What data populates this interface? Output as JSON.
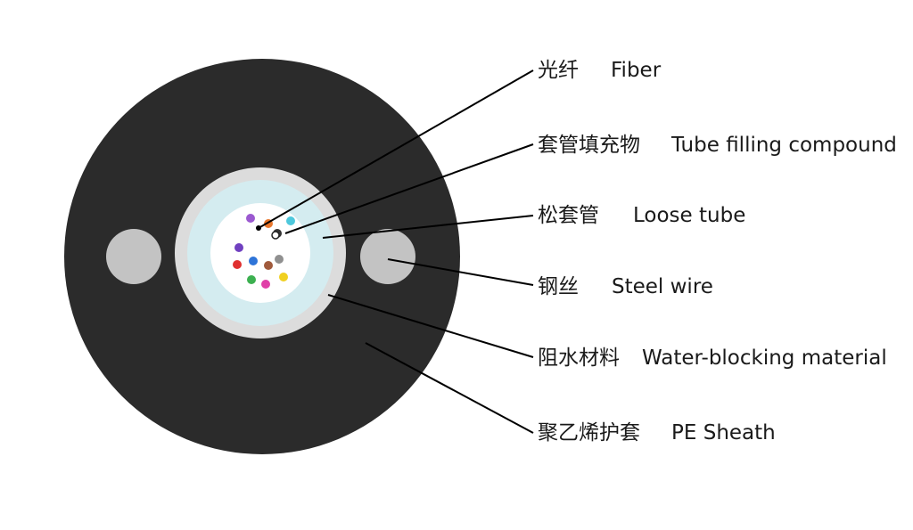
{
  "colors": {
    "sheath": "#2b2b2b",
    "wire": "#c3c3c3",
    "tube_ring": "#dcdcdc",
    "gel": "#d4ecf0",
    "compound": "#ffffff",
    "leader": "#000000"
  },
  "fiber_colors": [
    "#9b59d0",
    "#e8762c",
    "#4ec8dc",
    "#333333",
    "#e03030",
    "#2e74d8",
    "#a05a3c",
    "#909090",
    "#3cb050",
    "#e040a8",
    "#f0d020",
    "#7040c0"
  ],
  "labels": [
    {
      "id": "fiber",
      "zh": "光纤",
      "en": "Fiber"
    },
    {
      "id": "tube-filling",
      "zh": "套管填充物",
      "en": "Tube filling compound"
    },
    {
      "id": "loose-tube",
      "zh": "松套管",
      "en": "Loose tube"
    },
    {
      "id": "steel-wire",
      "zh": "钢丝",
      "en": "Steel wire"
    },
    {
      "id": "water-blocking",
      "zh": "阻水材料",
      "en": "Water-blocking material"
    },
    {
      "id": "pe-sheath",
      "zh": "聚乙烯护套",
      "en": "PE Sheath"
    }
  ]
}
